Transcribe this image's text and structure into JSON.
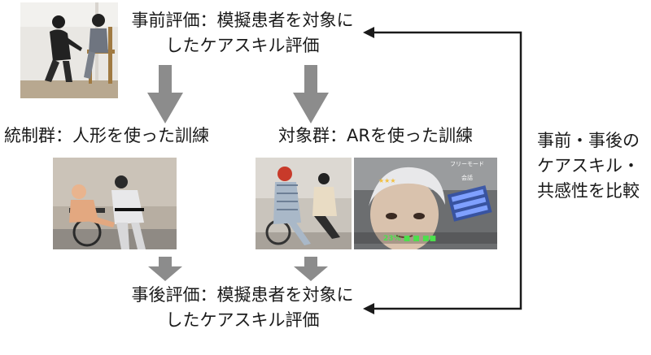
{
  "top_box": {
    "line1": "事前評価：模擬患者を対象に",
    "line2": "したケアスキル評価"
  },
  "control_group": {
    "label": "統制群：人形を使った訓練"
  },
  "target_group": {
    "label": "対象群：ARを使った訓練"
  },
  "bottom_box": {
    "line1": "事後評価：模擬患者を対象に",
    "line2": "したケアスキル評価"
  },
  "side_note": {
    "line1": "事前・事後の",
    "line2": "ケアスキル・",
    "line3": "共感性を比較"
  },
  "ar_screen": {
    "mode_text": "フリーモード",
    "stars": "★★★",
    "hud_text": "23%  ■  ■ ■■",
    "dialog_label": "会話"
  },
  "colors": {
    "arrow_gray": "#8c8c8c",
    "line_black": "#1a1a1a",
    "hud_green": "#4ce04c",
    "hud_blue": "#5b8cff"
  }
}
